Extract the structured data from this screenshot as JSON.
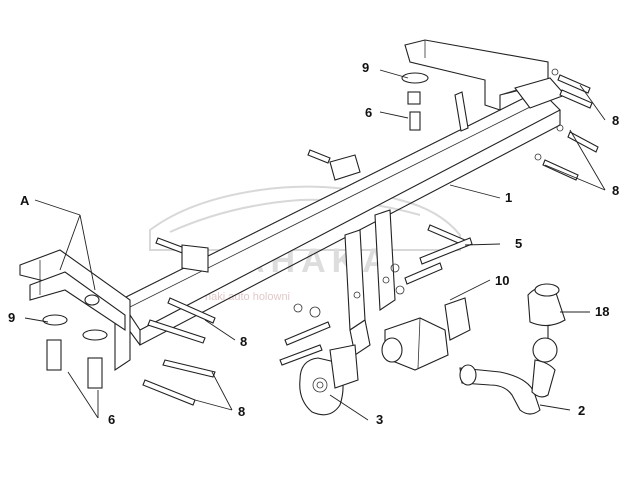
{
  "watermark": {
    "brand": "AHAKA",
    "tagline": "haki auto holowni",
    "color": "#d0d0d0"
  },
  "colors": {
    "line": "#222222",
    "label": "#111111",
    "background": "#ffffff"
  },
  "callouts": {
    "crossbar": "1",
    "ball_neck": "2",
    "socket_bracket": "3",
    "bolt_set_right": "5",
    "nut_left_top": "6",
    "nut_left_bottom": "6",
    "bolts_top_right_1": "8",
    "bolts_top_right_2": "8",
    "bolts_bottom": "8",
    "bolts_left": "8",
    "washer_top": "9",
    "washer_left": "9",
    "socket": "10",
    "ball_cap": "18",
    "group_a": "A"
  }
}
